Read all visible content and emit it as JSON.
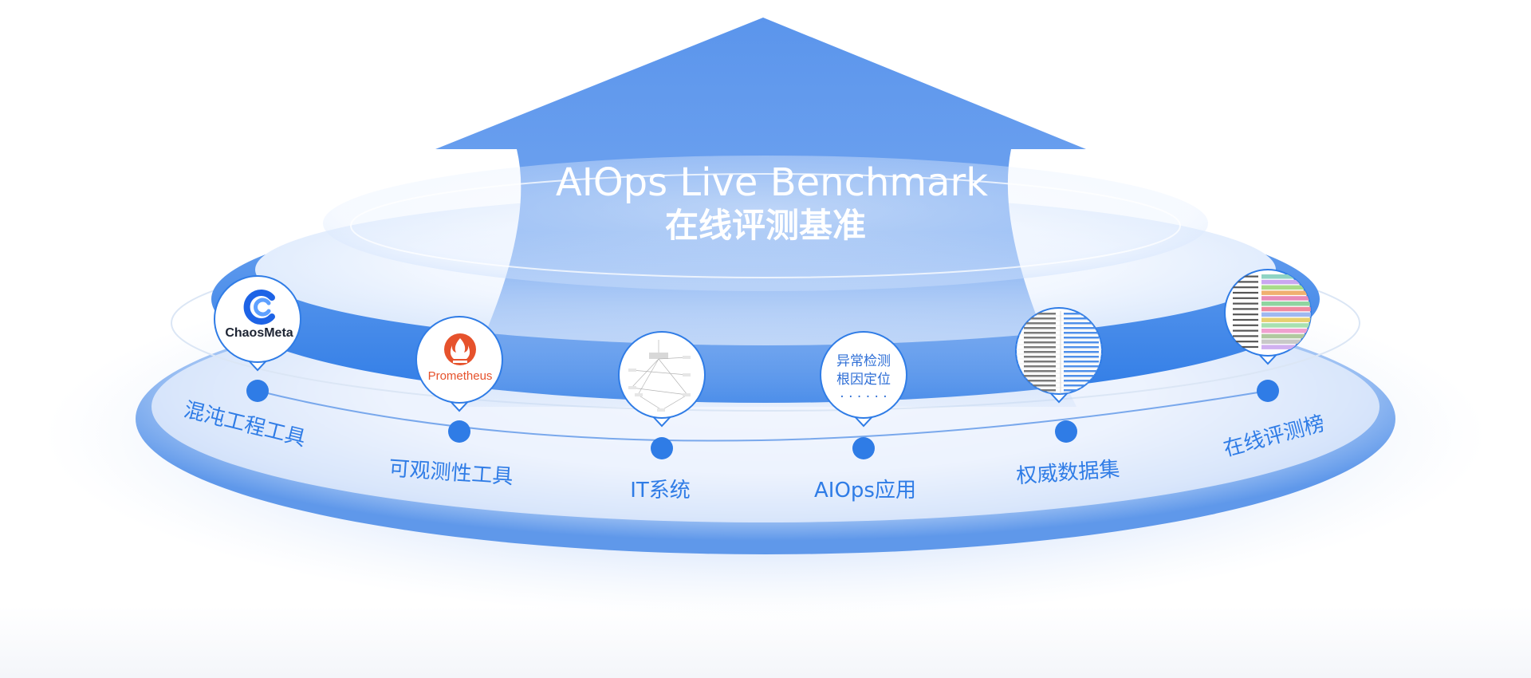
{
  "title": {
    "english": "AIOps Live Benchmark",
    "chinese": "在线评测基准"
  },
  "stages": [
    {
      "label": "混沌工程工具"
    },
    {
      "label": "可观测性工具"
    },
    {
      "label": "IT系统"
    },
    {
      "label": "AIOps应用"
    },
    {
      "label": "权威数据集"
    },
    {
      "label": "在线评测榜"
    }
  ],
  "bubbles": {
    "chaosmeta_logo_text": "ChaosMeta",
    "prometheus_logo_text": "Prometheus",
    "aiops_app_lines": [
      "异常检测",
      "根因定位",
      "· · · · · ·"
    ]
  },
  "colors": {
    "accent": "#2f7ce6",
    "ring_dark": "#3a82e8",
    "arrow": "#5d97ec",
    "prometheus": "#e6522c"
  }
}
